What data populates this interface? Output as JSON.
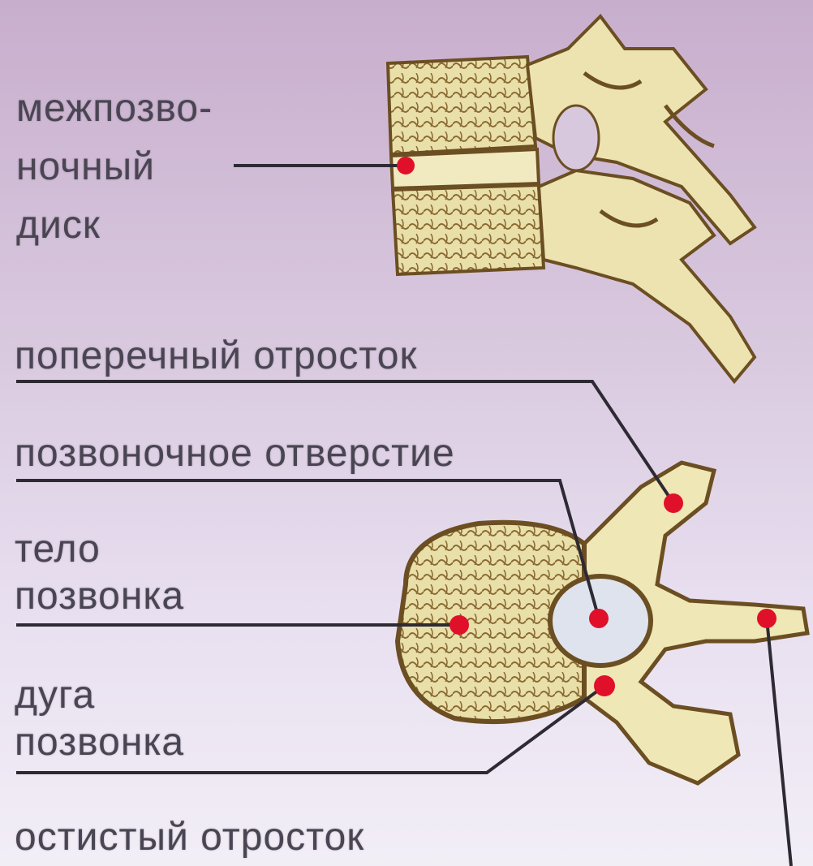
{
  "labels": {
    "disc": [
      "межпозво-",
      "ночный",
      "диск"
    ],
    "transverse": "поперечный отросток",
    "foramen": "позвоночное отверстие",
    "body": [
      "тело",
      "позвонка"
    ],
    "arch": [
      "дуга",
      "позвонка"
    ],
    "spinous": "остистый отросток"
  },
  "colors": {
    "bone": "#efe7b5",
    "bone_dark": "#7a5a2a",
    "marker": "#e0102a",
    "leader": "#2e2a34"
  }
}
